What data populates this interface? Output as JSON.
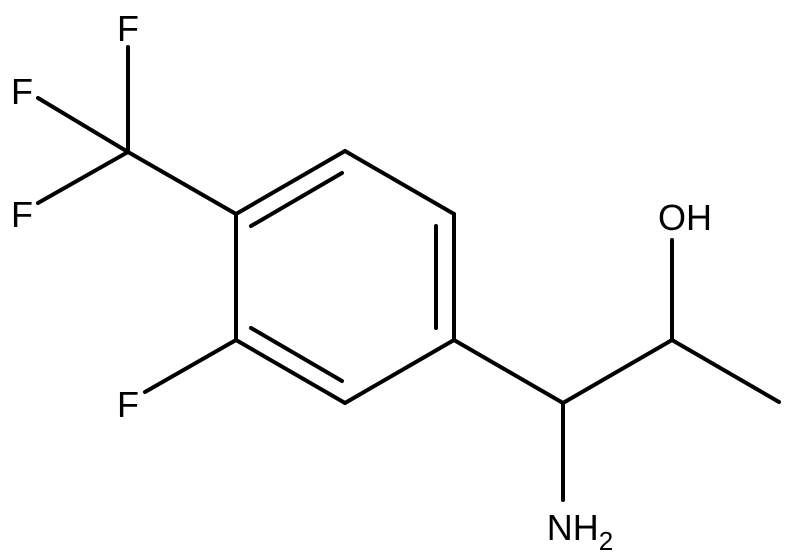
{
  "molecule": {
    "labels": {
      "f_top": "F",
      "f_upper_left": "F",
      "f_lower_left": "F",
      "f_ring": "F",
      "oh": "OH",
      "nh": "NH",
      "nh_subscript": "2"
    },
    "colors": {
      "bond": "#000000",
      "text": "#000000",
      "background": "#ffffff"
    }
  }
}
